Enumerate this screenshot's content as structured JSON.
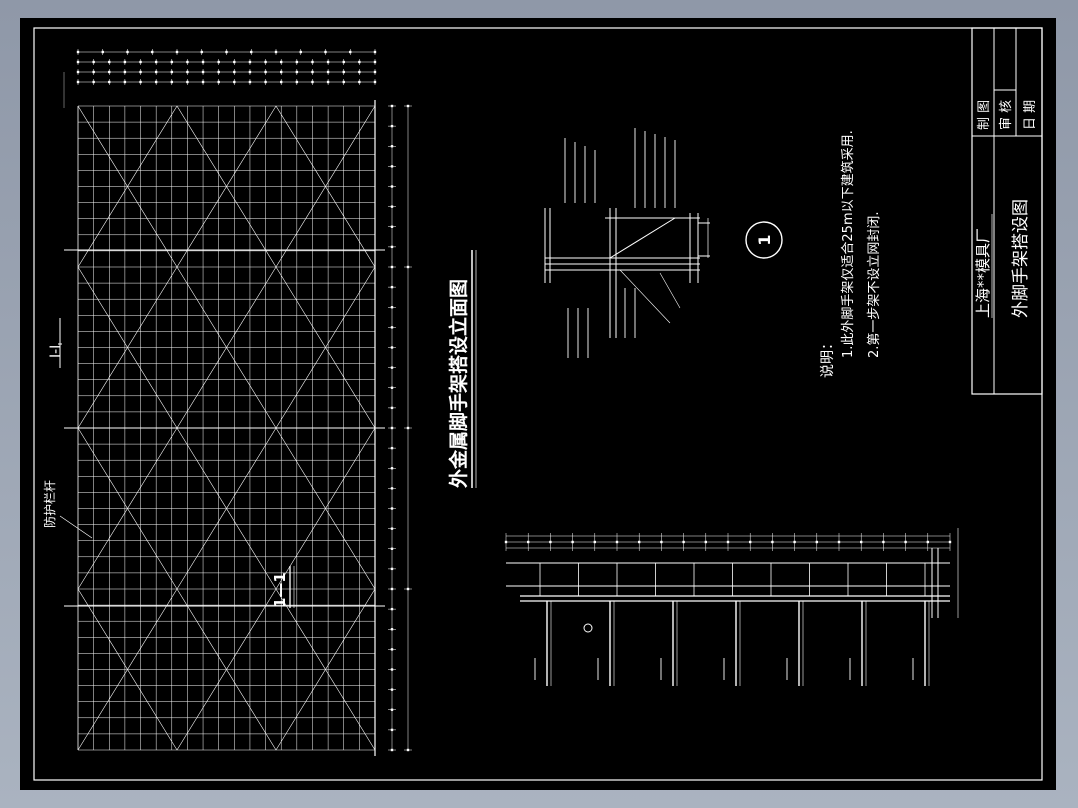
{
  "app": {
    "background": "#9aa3b2",
    "sheet_color": "#000000",
    "line_color": "#ffffff"
  },
  "title_block": {
    "company": "上海**模具厂",
    "drawing_name": "外脚手架搭设图",
    "row_labels": [
      "制 图",
      "审 核",
      "日 期"
    ]
  },
  "elevation": {
    "title": "外金属脚手架搭设立面图",
    "side_label": "防护栏杆"
  },
  "notes": {
    "heading": "说明：",
    "items": [
      "1.此外脚手架仅适合25m以下建筑采用.",
      "2.第一步架不设立网封闭."
    ]
  },
  "section": {
    "label": "1—1",
    "marker": "1"
  }
}
